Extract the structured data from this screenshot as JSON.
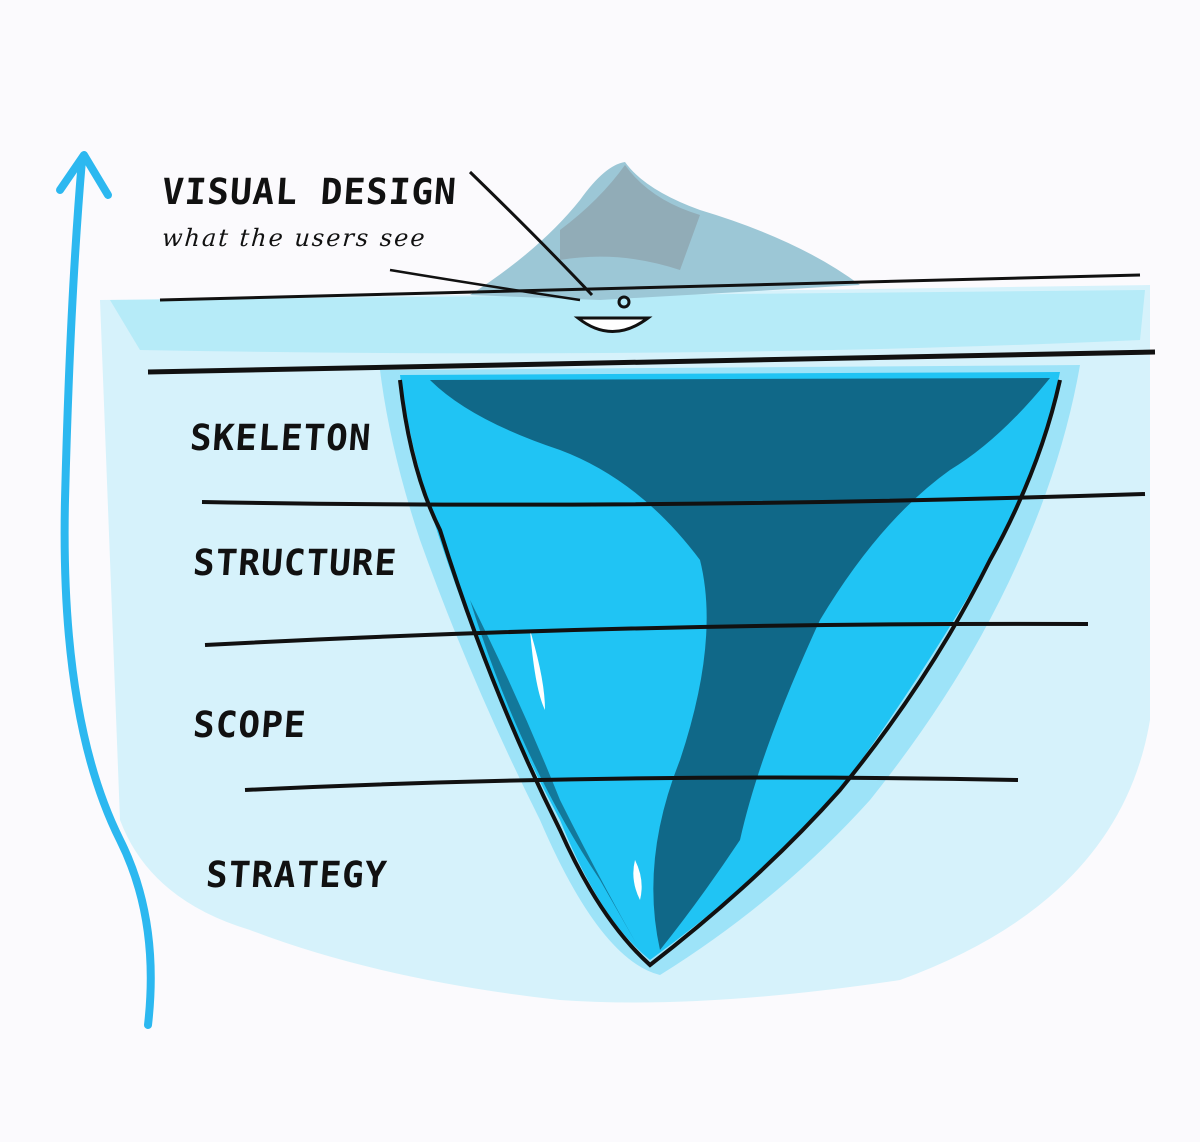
{
  "title": "UX layers iceberg",
  "layers": {
    "visual_design": "VISUAL DESIGN",
    "visual_design_caption": "what the users see",
    "skeleton": "SKELETON",
    "structure": "STRUCTURE",
    "scope": "SCOPE",
    "strategy": "STRATEGY"
  },
  "colors": {
    "arrow": "#2cb8f0",
    "water_light": "#d6f2fb",
    "water_mid": "#9fe2f6",
    "iceberg_bright": "#20c4f4",
    "iceberg_dark": "#0e5874",
    "line": "#111111"
  }
}
